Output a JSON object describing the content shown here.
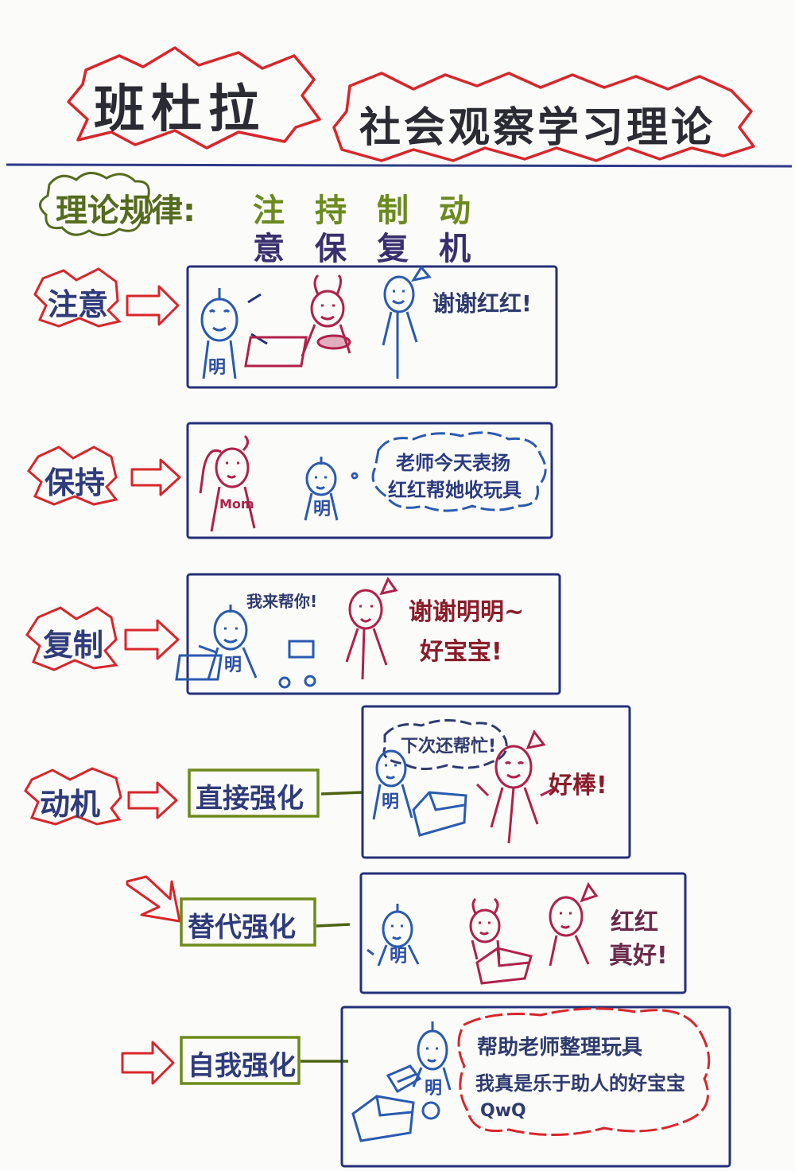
{
  "title": {
    "main": "班杜拉",
    "sub": "社会观察学习理论"
  },
  "law": {
    "label": "理论规律:",
    "row1": "注持制动",
    "row2": "意保复机"
  },
  "stages": {
    "attention": {
      "label": "注意",
      "name_tag": "明",
      "speech": "谢谢红红!"
    },
    "retention": {
      "label": "保持",
      "mom_tag": "Mom",
      "name_tag": "明",
      "speech_line1": "老师今天表扬",
      "speech_line2": "红红帮她收玩具"
    },
    "reproduction": {
      "label": "复制",
      "name_tag": "明",
      "speech_kid": "我来帮你!",
      "speech_line1": "谢谢明明~",
      "speech_line2": "好宝宝!"
    },
    "motivation": {
      "label": "动机",
      "direct": {
        "label": "直接强化",
        "name_tag": "明",
        "speech_kid": "下次还帮忙!",
        "speech_teacher": "好棒!"
      },
      "vicarious": {
        "label": "替代强化",
        "name_tag": "明",
        "speech_line1": "红红",
        "speech_line2": "真好!"
      },
      "self": {
        "label": "自我强化",
        "name_tag": "明",
        "thought_line1": "帮助老师整理玩具",
        "thought_line2": "我真是乐于助人的好宝宝",
        "thought_line3": "QwQ"
      }
    }
  },
  "colors": {
    "red": "#d8262b",
    "blue": "#2a5ab0",
    "navy": "#24307a",
    "green": "#6e8a1a",
    "olive": "#4d6414",
    "magenta": "#b0204a",
    "dark": "#2b2b33"
  }
}
